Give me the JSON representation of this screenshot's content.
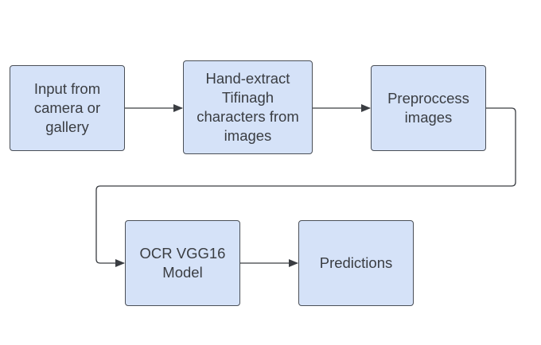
{
  "diagram": {
    "nodes": [
      {
        "id": "input",
        "label": "Input from\ncamera or\ngallery"
      },
      {
        "id": "extract",
        "label": "Hand-extract\nTifinagh\ncharacters from\nimages"
      },
      {
        "id": "preprocess",
        "label": "Preproccess\nimages"
      },
      {
        "id": "ocr",
        "label": "OCR VGG16\nModel"
      },
      {
        "id": "predict",
        "label": "Predictions"
      }
    ],
    "edges": [
      {
        "from": "input",
        "to": "extract"
      },
      {
        "from": "extract",
        "to": "preprocess"
      },
      {
        "from": "preprocess",
        "to": "ocr"
      },
      {
        "from": "ocr",
        "to": "predict"
      }
    ],
    "colors": {
      "node_fill": "#d5e2f8",
      "node_border": "#4a4f57",
      "text": "#3a3d42",
      "connector": "#3a3d42"
    }
  }
}
